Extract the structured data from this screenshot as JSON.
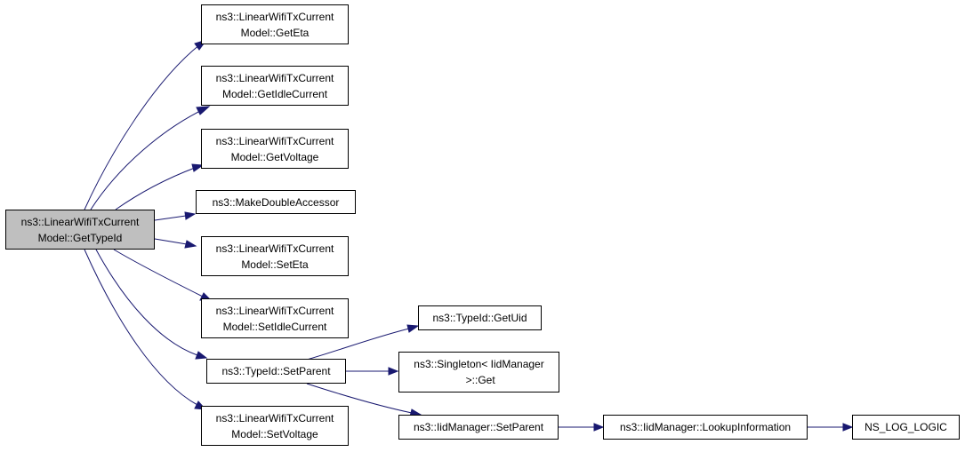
{
  "diagram": {
    "colors": {
      "edge": "#191970",
      "root_fill": "#bfbfbf",
      "node_fill": "#ffffff",
      "border": "#000000"
    },
    "nodes": {
      "root": {
        "line1": "ns3::LinearWifiTxCurrent",
        "line2": "Model::GetTypeId"
      },
      "get_eta": {
        "line1": "ns3::LinearWifiTxCurrent",
        "line2": "Model::GetEta"
      },
      "get_idle_current": {
        "line1": "ns3::LinearWifiTxCurrent",
        "line2": "Model::GetIdleCurrent"
      },
      "get_voltage": {
        "line1": "ns3::LinearWifiTxCurrent",
        "line2": "Model::GetVoltage"
      },
      "make_double_accessor": {
        "line1": "ns3::MakeDoubleAccessor"
      },
      "set_eta": {
        "line1": "ns3::LinearWifiTxCurrent",
        "line2": "Model::SetEta"
      },
      "set_idle_current": {
        "line1": "ns3::LinearWifiTxCurrent",
        "line2": "Model::SetIdleCurrent"
      },
      "typeid_set_parent": {
        "line1": "ns3::TypeId::SetParent"
      },
      "set_voltage": {
        "line1": "ns3::LinearWifiTxCurrent",
        "line2": "Model::SetVoltage"
      },
      "typeid_get_uid": {
        "line1": "ns3::TypeId::GetUid"
      },
      "singleton_get": {
        "line1": "ns3::Singleton< IidManager",
        "line2": " >::Get"
      },
      "iidmanager_set_parent": {
        "line1": "ns3::IidManager::SetParent"
      },
      "lookup_information": {
        "line1": "ns3::IidManager::LookupInformation"
      },
      "ns_log_logic": {
        "line1": "NS_LOG_LOGIC"
      }
    }
  }
}
